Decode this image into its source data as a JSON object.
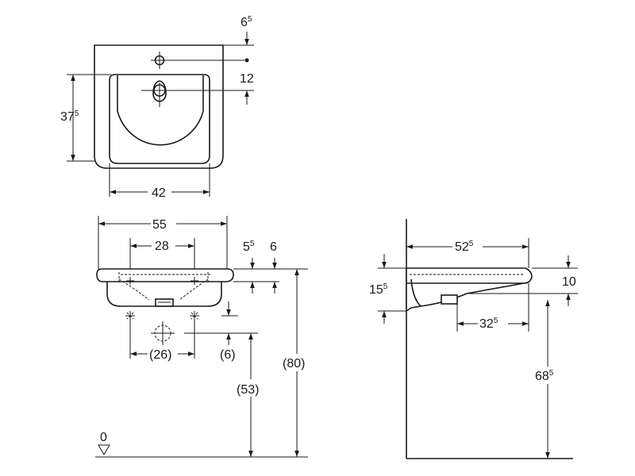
{
  "top_view": {
    "dim_width": {
      "main": "42",
      "sup": ""
    },
    "dim_depth": {
      "main": "37",
      "sup": "5"
    },
    "dim_tap_offset": {
      "main": "6",
      "sup": "5"
    },
    "dim_drain_offset": {
      "main": "12",
      "sup": ""
    }
  },
  "front_view": {
    "dim_total_width": {
      "main": "55",
      "sup": ""
    },
    "dim_fixing_spacing": {
      "main": "28",
      "sup": ""
    },
    "dim_rim_a": {
      "main": "5",
      "sup": "5"
    },
    "dim_rim_b": {
      "main": "6",
      "sup": ""
    },
    "dim_supply_spacing": {
      "main": "(26)",
      "sup": ""
    },
    "dim_supply_drop": {
      "main": "(6)",
      "sup": ""
    },
    "dim_drain_height": {
      "main": "(53)",
      "sup": ""
    },
    "dim_total_height": {
      "main": "(80)",
      "sup": ""
    },
    "floor_label": {
      "main": "0",
      "sup": ""
    }
  },
  "side_view": {
    "dim_depth": {
      "main": "52",
      "sup": "5"
    },
    "dim_front_thickness": {
      "main": "15",
      "sup": "5"
    },
    "dim_rear_thickness": {
      "main": "10",
      "sup": ""
    },
    "dim_drain_depth": {
      "main": "32",
      "sup": "5"
    },
    "dim_underside_height": {
      "main": "68",
      "sup": "5"
    }
  }
}
